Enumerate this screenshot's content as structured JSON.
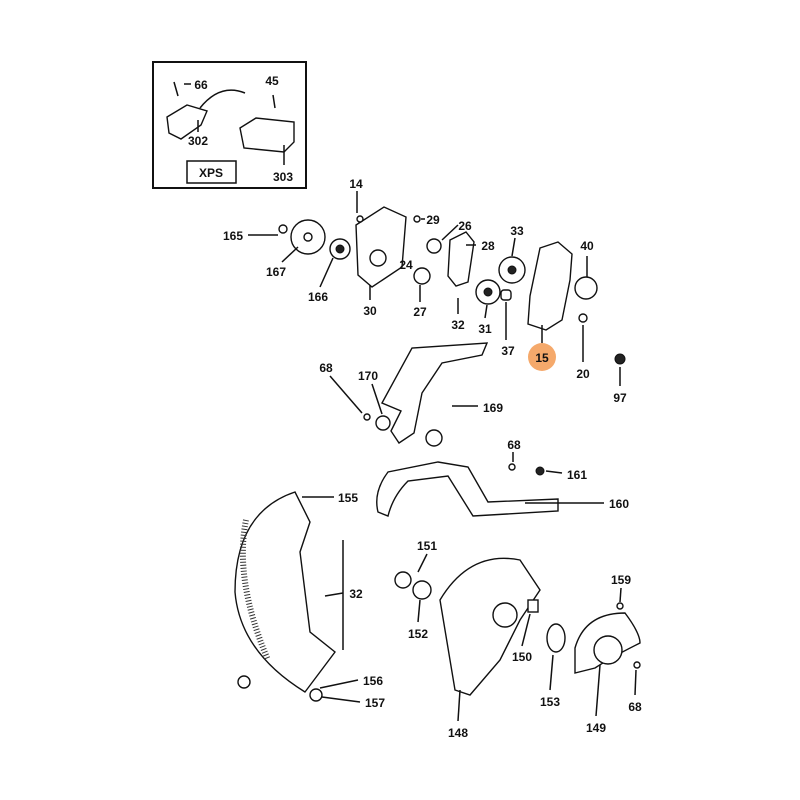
{
  "diagram": {
    "inset": {
      "title": "XPS",
      "labels": [
        "66",
        "45",
        "302",
        "303"
      ]
    },
    "labels": [
      "14",
      "29",
      "26",
      "165",
      "167",
      "24",
      "28",
      "33",
      "40",
      "166",
      "30",
      "27",
      "32",
      "31",
      "37",
      "15",
      "20",
      "97",
      "68",
      "170",
      "169",
      "68",
      "161",
      "155",
      "160",
      "151",
      "32",
      "159",
      "152",
      "150",
      "156",
      "157",
      "153",
      "149",
      "68",
      "148"
    ],
    "highlighted_part": "15",
    "highlight_color": "#f5a96b"
  }
}
